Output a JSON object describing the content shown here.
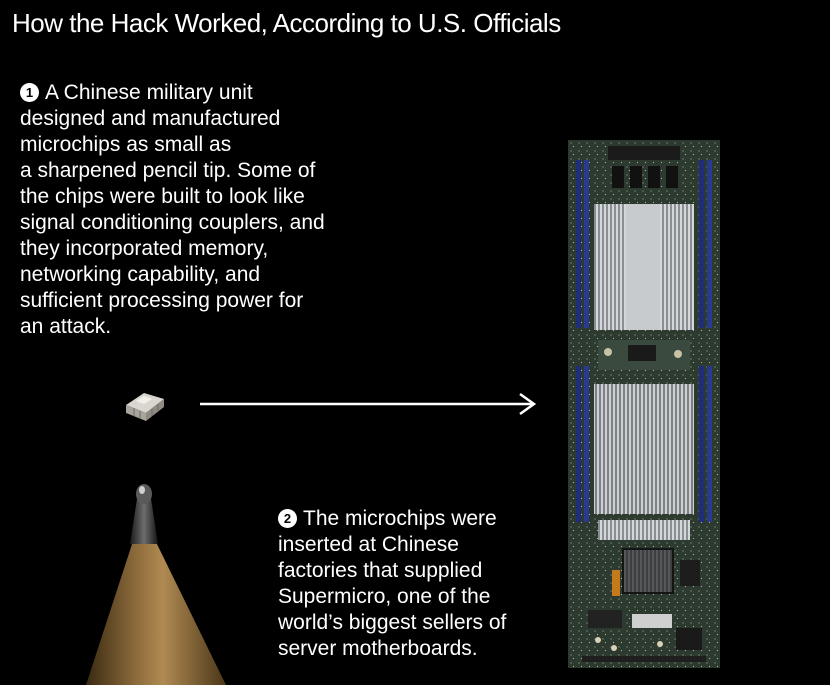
{
  "title": "How the Hack Worked, According to U.S. Officials",
  "steps": [
    {
      "number": "1",
      "lines": [
        "A Chinese military unit",
        "designed and manufactured",
        "microchips as small as",
        "a sharpened pencil tip. Some of",
        "the chips were built to look like",
        "signal conditioning couplers, and",
        "they incorporated memory,",
        "networking capability, and",
        "sufficient processing power for",
        "an attack."
      ]
    },
    {
      "number": "2",
      "lines": [
        "The microchips were",
        "inserted at Chinese",
        "factories that supplied",
        "Supermicro, one of the",
        "world’s biggest sellers of",
        "server motherboards."
      ]
    }
  ],
  "colors": {
    "background": "#000000",
    "text": "#ffffff",
    "pcb": "#2c3a30",
    "ram_slot": "#1f2d7a",
    "heatsink": "#b8bcc0"
  }
}
